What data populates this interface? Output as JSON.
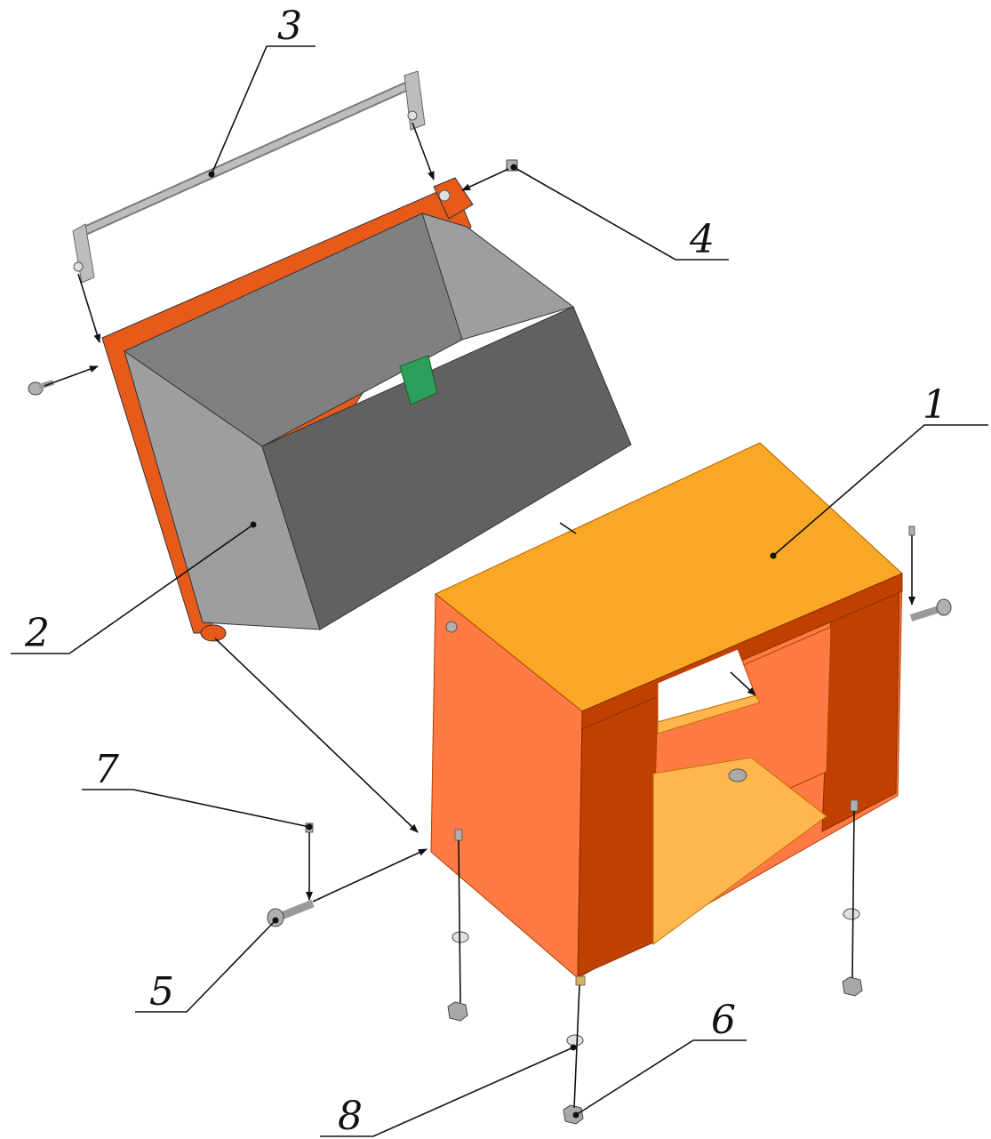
{
  "colors": {
    "housing_top": "#F9A825",
    "housing_front": "#FF7A45",
    "housing_dark": "#C04000",
    "housing_inner": "#FFB74D",
    "hopper_rim": "#E85A1A",
    "hopper_outer": "#616161",
    "hopper_light": "#9E9E9E",
    "hopper_mid": "#808080",
    "fastener": "#B0B0B0",
    "latch": "#2E9E5B"
  },
  "callouts": [
    {
      "id": "1",
      "label": "1"
    },
    {
      "id": "2",
      "label": "2"
    },
    {
      "id": "3",
      "label": "3"
    },
    {
      "id": "4",
      "label": "4"
    },
    {
      "id": "5",
      "label": "5"
    },
    {
      "id": "6",
      "label": "6"
    },
    {
      "id": "7",
      "label": "7"
    },
    {
      "id": "8",
      "label": "8"
    }
  ]
}
